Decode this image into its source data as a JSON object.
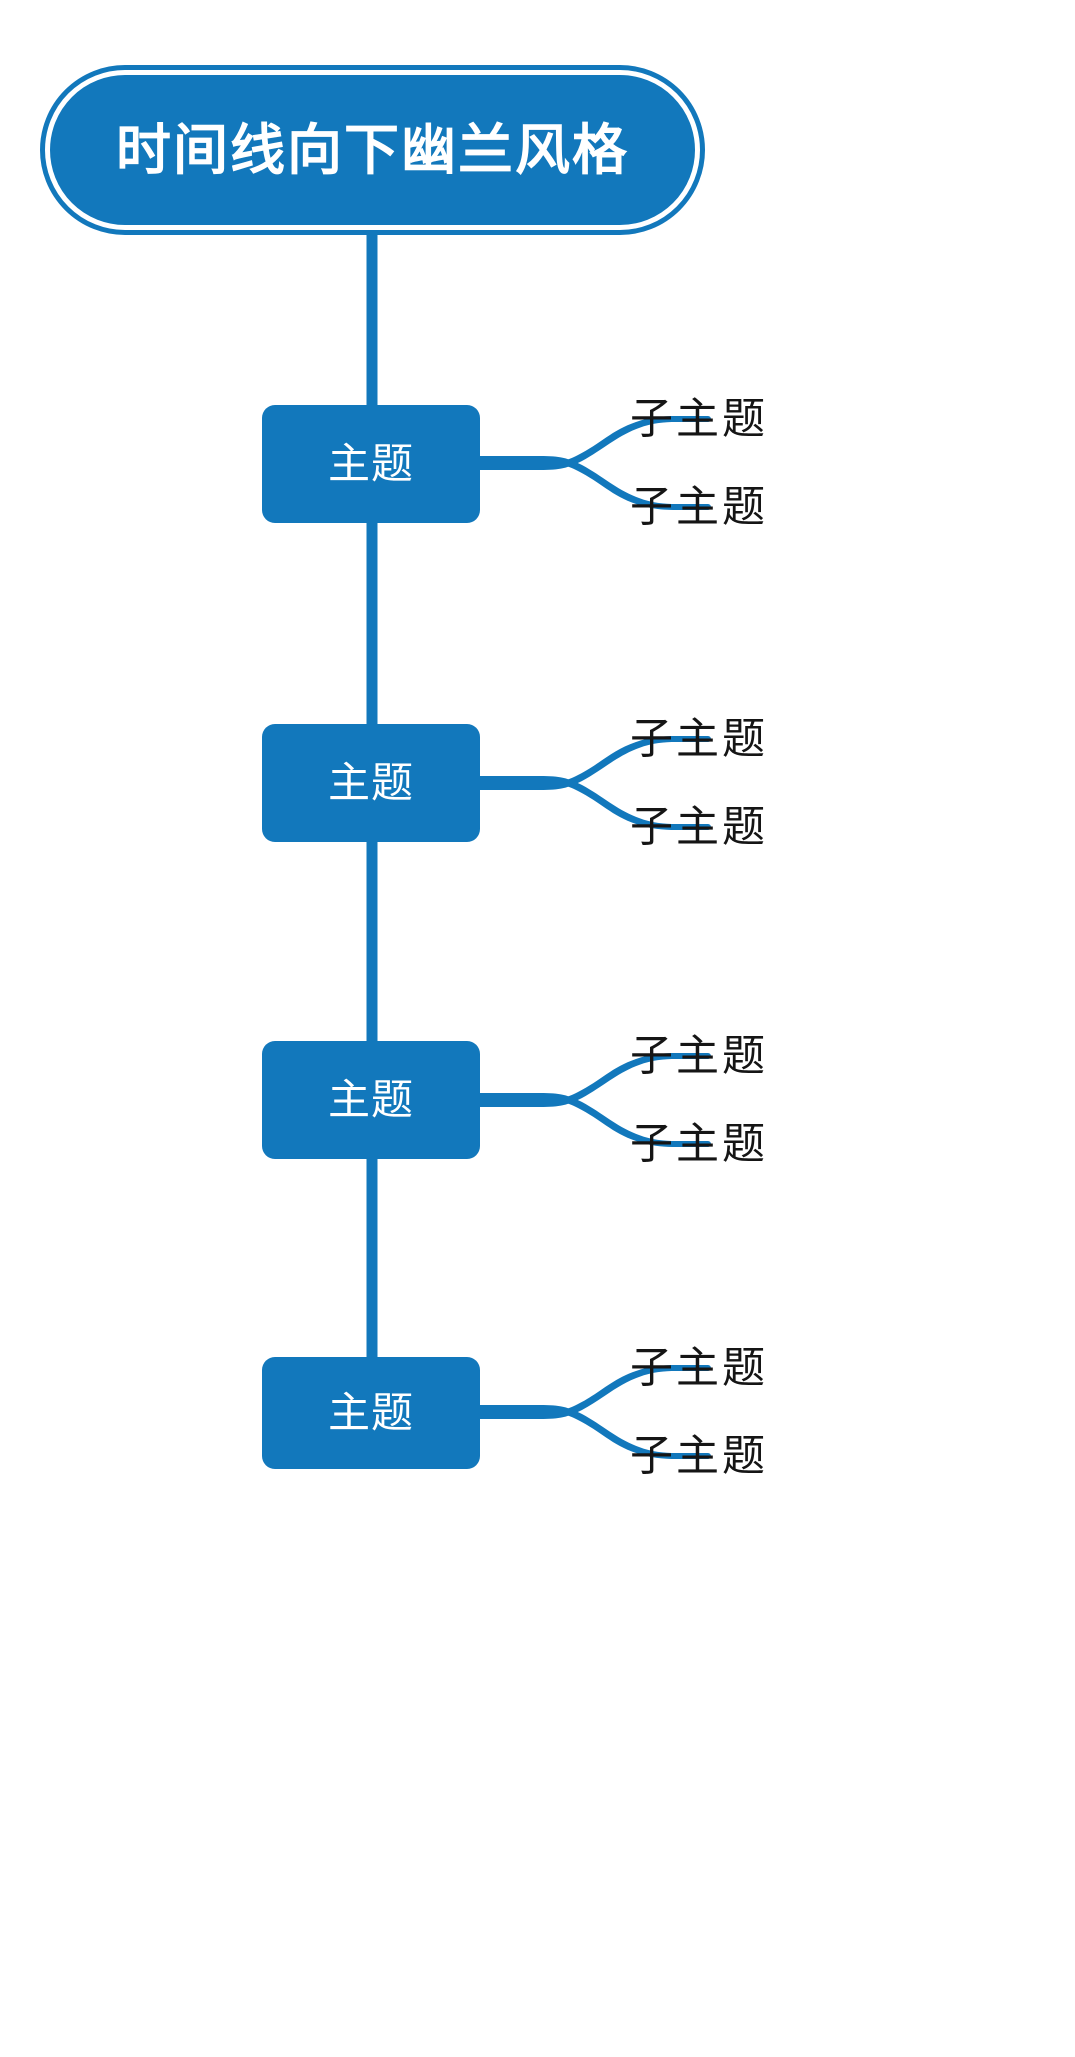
{
  "diagram": {
    "type": "mind-map",
    "orientation": "vertical-timeline-downward",
    "background_color": "#FFFFFF",
    "accent_color": "#1278BC",
    "node_text_color": "#FFFFFF",
    "leaf_text_color": "#151515"
  },
  "root": {
    "label": "时间线向下幽兰风格",
    "shape": "rounded-pill",
    "fill": "#1278BC",
    "text_color": "#FFFFFF"
  },
  "topics": [
    {
      "label": "主题",
      "children": [
        {
          "label": "子主题"
        },
        {
          "label": "子主题"
        }
      ]
    },
    {
      "label": "主题",
      "children": [
        {
          "label": "子主题"
        },
        {
          "label": "子主题"
        }
      ]
    },
    {
      "label": "主题",
      "children": [
        {
          "label": "子主题"
        },
        {
          "label": "子主题"
        }
      ]
    },
    {
      "label": "主题",
      "children": [
        {
          "label": "子主题"
        },
        {
          "label": "子主题"
        }
      ]
    }
  ]
}
